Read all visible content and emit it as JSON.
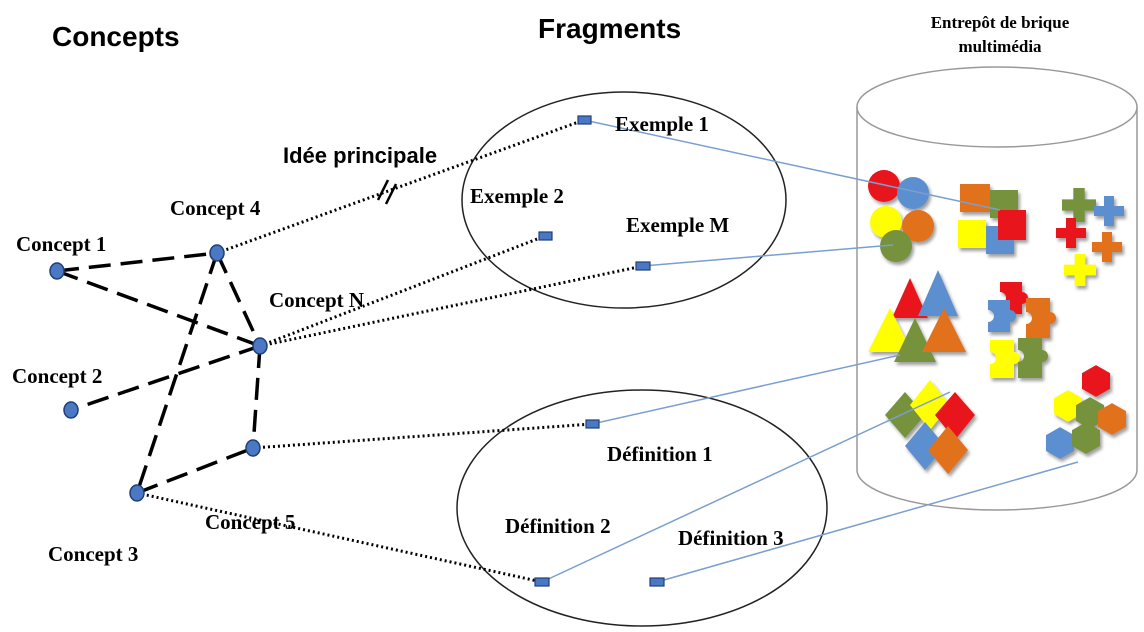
{
  "headers": {
    "concepts": "Concepts",
    "fragments": "Fragments",
    "repository_line1": "Entrepôt de brique",
    "repository_line2": "multimédia"
  },
  "concepts": {
    "c1": "Concept 1",
    "c2": "Concept 2",
    "c3": "Concept 3",
    "c4": "Concept 4",
    "c5": "Concept 5",
    "cn": "Concept N"
  },
  "relation_label": "Idée principale",
  "fragments": {
    "ex1": "Exemple 1",
    "ex2": "Exemple 2",
    "exm": "Exemple M",
    "def1": "Définition 1",
    "def2": "Définition 2",
    "def3": "Définition 3"
  },
  "colors": {
    "node": "#4a78c2",
    "link_blue": "#7a9fcf",
    "red": "#e8121a",
    "orange": "#e2711d",
    "yellow": "#ffff00",
    "green": "#76923c",
    "blue": "#5b8fd0"
  }
}
